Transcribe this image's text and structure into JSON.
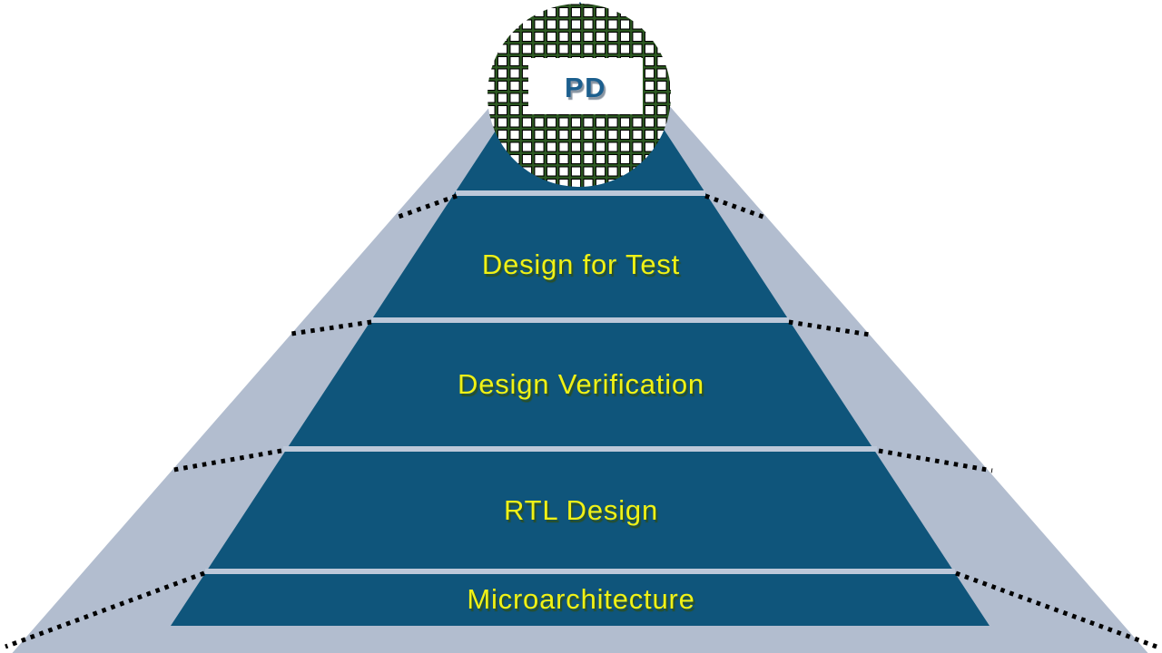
{
  "diagram": {
    "type": "pyramid",
    "apex": {
      "label": "PD"
    },
    "layers": [
      {
        "label": "Design for Test"
      },
      {
        "label": "Design Verification"
      },
      {
        "label": "RTL Design"
      },
      {
        "label": "Microarchitecture"
      }
    ]
  },
  "colors": {
    "pyramid_fill": "#0f557b",
    "outer_triangle": "#b2bdcf",
    "divider_line": "#bdc8d9",
    "layer_label": "#f0f116",
    "apex_label": "#1c5f8e",
    "apex_box": "#ffffff",
    "grid_outline": "#000000",
    "grid_green": "#2d5a22",
    "dotted_line": "#000000",
    "background": "#ffffff"
  }
}
